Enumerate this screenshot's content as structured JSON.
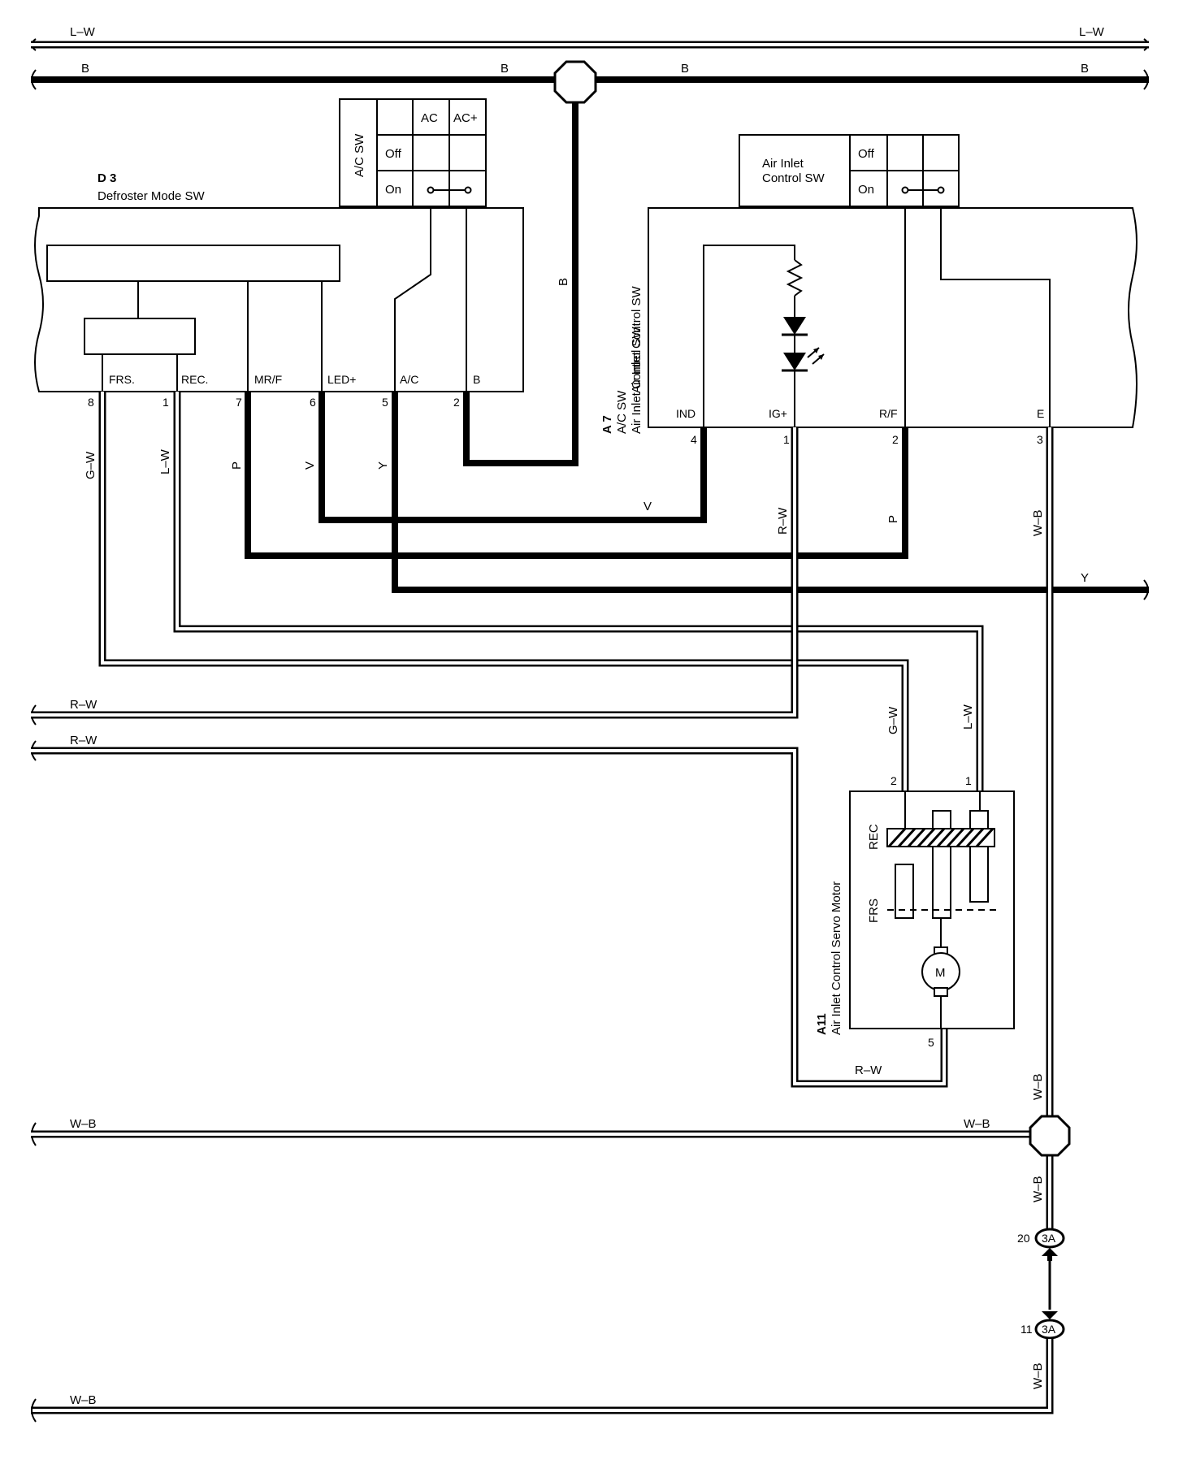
{
  "buses": {
    "lw_left": "L–W",
    "lw_right": "L–W",
    "b1": "B",
    "b2": "B",
    "b3": "B",
    "b4": "B",
    "b_vertical": "B",
    "y_right": "Y",
    "rw1": "R–W",
    "rw2": "R–W",
    "wb_mid_left": "W–B",
    "wb_mid_right": "W–B",
    "wb_bottom": "W–B"
  },
  "defroster": {
    "code": "D 3",
    "name": "Defroster Mode SW",
    "switch": {
      "title": "A/C SW",
      "cols": [
        "AC",
        "AC+"
      ],
      "rows": [
        "Off",
        "On"
      ]
    },
    "pins": [
      {
        "label": "FRS.",
        "num": "8",
        "wire": "G–W"
      },
      {
        "label": "REC.",
        "num": "1",
        "wire": "L–W"
      },
      {
        "label": "MR/F",
        "num": "7",
        "wire": "P"
      },
      {
        "label": "LED+",
        "num": "6",
        "wire": "V"
      },
      {
        "label": "A/C",
        "num": "5",
        "wire": "Y"
      },
      {
        "label": "B",
        "num": "2",
        "wire": ""
      }
    ]
  },
  "a7": {
    "code": "A 7",
    "name1": "A/C SW",
    "name2": "Air Inlet Control SW",
    "side_label": "Air Inlet Control SW",
    "switch": {
      "title1": "Air Inlet",
      "title2": "Control SW",
      "rows": [
        "Off",
        "On"
      ]
    },
    "pins": [
      {
        "label": "IND",
        "num": "4",
        "wire": "V"
      },
      {
        "label": "IG+",
        "num": "1",
        "wire": "R–W"
      },
      {
        "label": "R/F",
        "num": "2",
        "wire": "P"
      },
      {
        "label": "E",
        "num": "3",
        "wire": "W–B"
      }
    ]
  },
  "a11": {
    "code": "A11",
    "name": "Air Inlet Control Servo Motor",
    "rec": "REC",
    "frs": "FRS",
    "motor": "M",
    "pins": [
      {
        "num": "2",
        "wire": "G–W"
      },
      {
        "num": "1",
        "wire": "L–W"
      },
      {
        "num": "5",
        "wire": "R–W"
      }
    ]
  },
  "ground": {
    "wb1": "W–B",
    "wb2": "W–B",
    "wb3": "W–B",
    "conn_upper_num": "20",
    "conn_upper_code": "3A",
    "conn_lower_num": "11",
    "conn_lower_code": "3A"
  }
}
